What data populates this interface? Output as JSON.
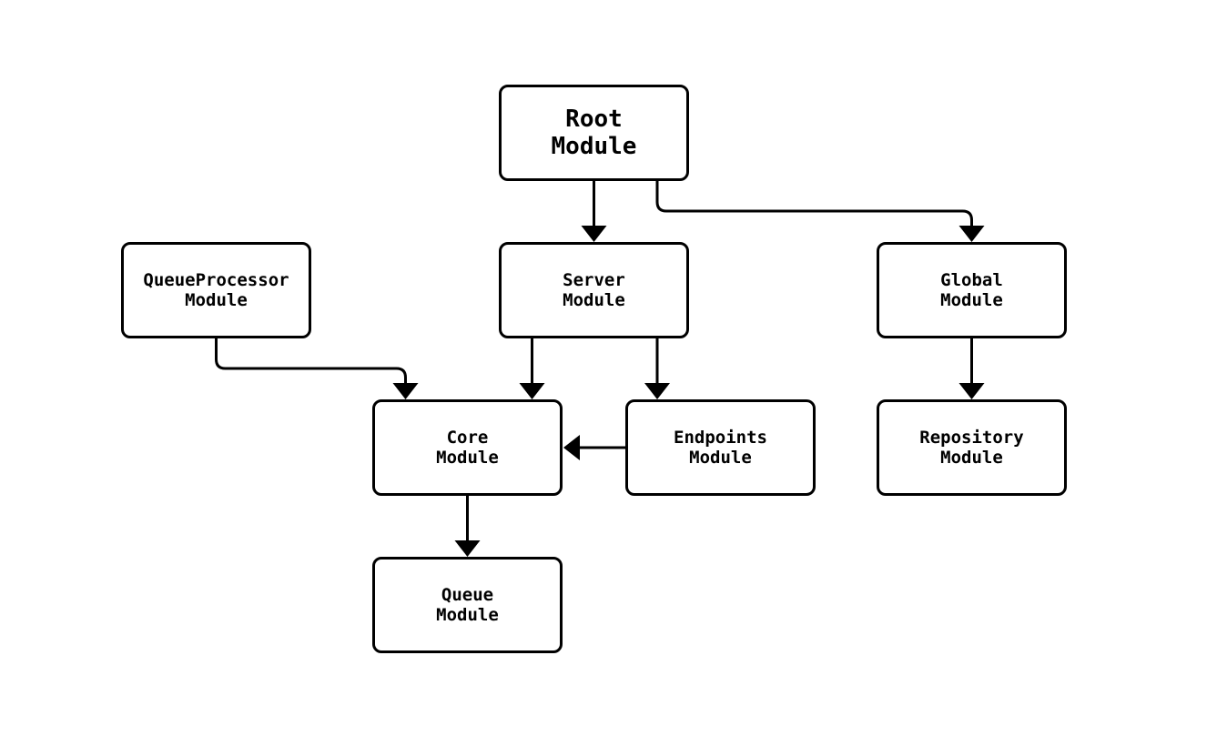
{
  "diagram": {
    "type": "module-dependency-diagram",
    "background_color": "#ffffff",
    "stroke_color": "#000000",
    "text_color": "#000000",
    "nodes": [
      {
        "id": "root",
        "label": "Root\nModule"
      },
      {
        "id": "queue-processor",
        "label": "QueueProcessor\nModule"
      },
      {
        "id": "server",
        "label": "Server\nModule"
      },
      {
        "id": "global",
        "label": "Global\nModule"
      },
      {
        "id": "core",
        "label": "Core\nModule"
      },
      {
        "id": "endpoints",
        "label": "Endpoints\nModule"
      },
      {
        "id": "repository",
        "label": "Repository\nModule"
      },
      {
        "id": "queue",
        "label": "Queue\nModule"
      }
    ],
    "edges": [
      {
        "from": "root",
        "to": "server"
      },
      {
        "from": "root",
        "to": "global"
      },
      {
        "from": "queue-processor",
        "to": "core"
      },
      {
        "from": "server",
        "to": "core"
      },
      {
        "from": "server",
        "to": "endpoints"
      },
      {
        "from": "endpoints",
        "to": "core"
      },
      {
        "from": "global",
        "to": "repository"
      },
      {
        "from": "core",
        "to": "queue"
      }
    ]
  }
}
